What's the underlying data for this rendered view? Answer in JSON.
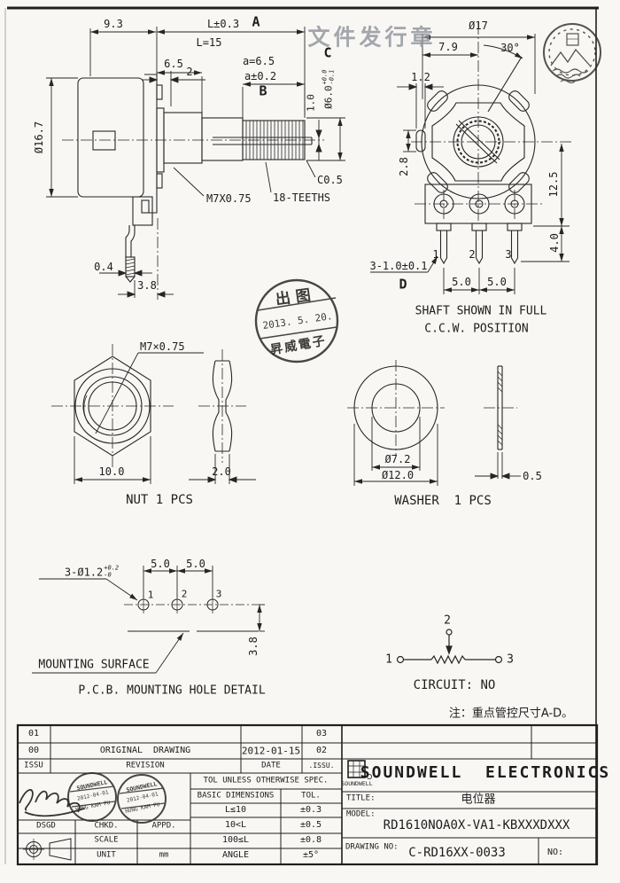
{
  "sheet": {
    "watermark_text": "文件发行章"
  },
  "side_view": {
    "dim_depth": "9.3",
    "dim_shaft_len": "L±0.3",
    "key_a": "A",
    "shaft_len_value": "L=15",
    "dim_bushing_len": "6.5",
    "dim_flange": "2",
    "knurl_len_value": "a=6.5",
    "dim_knurl_len": "a±0.2",
    "key_b": "B",
    "key_c": "C",
    "dim_shaft_dia": "Ø6.0",
    "shaft_dia_tol_hi": "+0.0",
    "shaft_dia_tol_lo": "-0.1",
    "dim_slot_width": "1.0",
    "dim_body_dia": "Ø16.7",
    "thread_label": "M7X0.75",
    "teeth_label": "18-TEETHS",
    "chamfer_label": "C0.5",
    "dim_pin_thickness": "0.4",
    "dim_pin_to_face": "3.8"
  },
  "front_view": {
    "dim_body_dia": "Ø17",
    "dim_center_offset": "7.9",
    "dim_slot_angle": "30°",
    "dim_tab_width": "1.2",
    "dim_tab_height": "2.8",
    "dim_center_to_pin": "12.5",
    "dim_pin_length": "4.0",
    "pin_labels": [
      "1",
      "2",
      "3"
    ],
    "dim_pin_width": "3-1.0±0.1",
    "key_d": "D",
    "dim_pin_pitch_left": "5.0",
    "dim_pin_pitch_right": "5.0",
    "caption_line1": "SHAFT SHOWN IN FULL",
    "caption_line2": "C.C.W. POSITION"
  },
  "release_stamp": {
    "top": "出图",
    "date": "2013. 5. 20.",
    "company": "昇威電子"
  },
  "nut_view": {
    "thread_label": "M7×0.75",
    "dim_across_flats": "10.0",
    "dim_thickness": "2.0",
    "caption": "NUT 1 PCS"
  },
  "washer_view": {
    "dim_hole_dia": "Ø7.2",
    "dim_outer_dia": "Ø12.0",
    "dim_thickness": "0.5",
    "caption": "WASHER  1 PCS"
  },
  "pcb_detail": {
    "dim_hole_dia": "3-Ø1.2",
    "hole_dia_tol_hi": "+0.2",
    "hole_dia_tol_lo": "-0",
    "dim_pitch_left": "5.0",
    "dim_pitch_right": "5.0",
    "hole_labels": [
      "1",
      "2",
      "3"
    ],
    "dim_offset": "3.8",
    "surface_label": "MOUNTING SURFACE",
    "caption": "P.C.B. MOUNTING HOLE DETAIL"
  },
  "circuit": {
    "pin_top": "2",
    "pin_left": "1",
    "pin_right": "3",
    "caption": "CIRCUIT: NO",
    "note": "注：重点管控尺寸A-D。"
  },
  "title_block": {
    "rev_row1_issu": "01",
    "rev_row1_issu2": "03",
    "rev_row2_issu": "00",
    "rev_row2_desc": "ORIGINAL  DRAWING",
    "rev_row2_date": "2012-01-15",
    "rev_row2_issu2": "02",
    "col_issu": "ISSU",
    "col_revision": "REVISION",
    "col_date": "DATE",
    "col_issu2": ".ISSU.",
    "dsgd": "DSGD",
    "chkd": "CHKD.",
    "appd": "APPD.",
    "scale": "SCALE",
    "unit": "UNIT",
    "unit_value": "mm",
    "tol_header": "TOL UNLESS OTHERWISE SPEC.",
    "tol_col_dim": "BASIC DIMENSIONS",
    "tol_col_tol": "TOL.",
    "tol_rows": [
      [
        "L≤10",
        "±0.3"
      ],
      [
        "10<L",
        "±0.5"
      ],
      [
        "100≤L",
        "±0.8"
      ],
      [
        "ANGLE",
        "±5°"
      ]
    ],
    "logo_text": "SOUNDWELL",
    "brand": "SOUNDWELL  ELECTRONICS",
    "title_label": "TITLE:",
    "title_value": "电位器",
    "model_label": "MODEL:",
    "model_value": "RD1610NOA0X-VA1-KBXXXDXXX",
    "drawing_no_label": "DRAWING NO:",
    "drawing_no_value": "C-RD16XX-0033",
    "no_label": "NO:",
    "approval_stamp_name": "SOUNDWELL",
    "approval_stamp_date": "2012-04-01",
    "approval_stamp_sign": "HUNG KAM PU"
  },
  "colors": {
    "line": "#262626",
    "paper": "#f8f7f4",
    "watermark": "#8f929b"
  }
}
